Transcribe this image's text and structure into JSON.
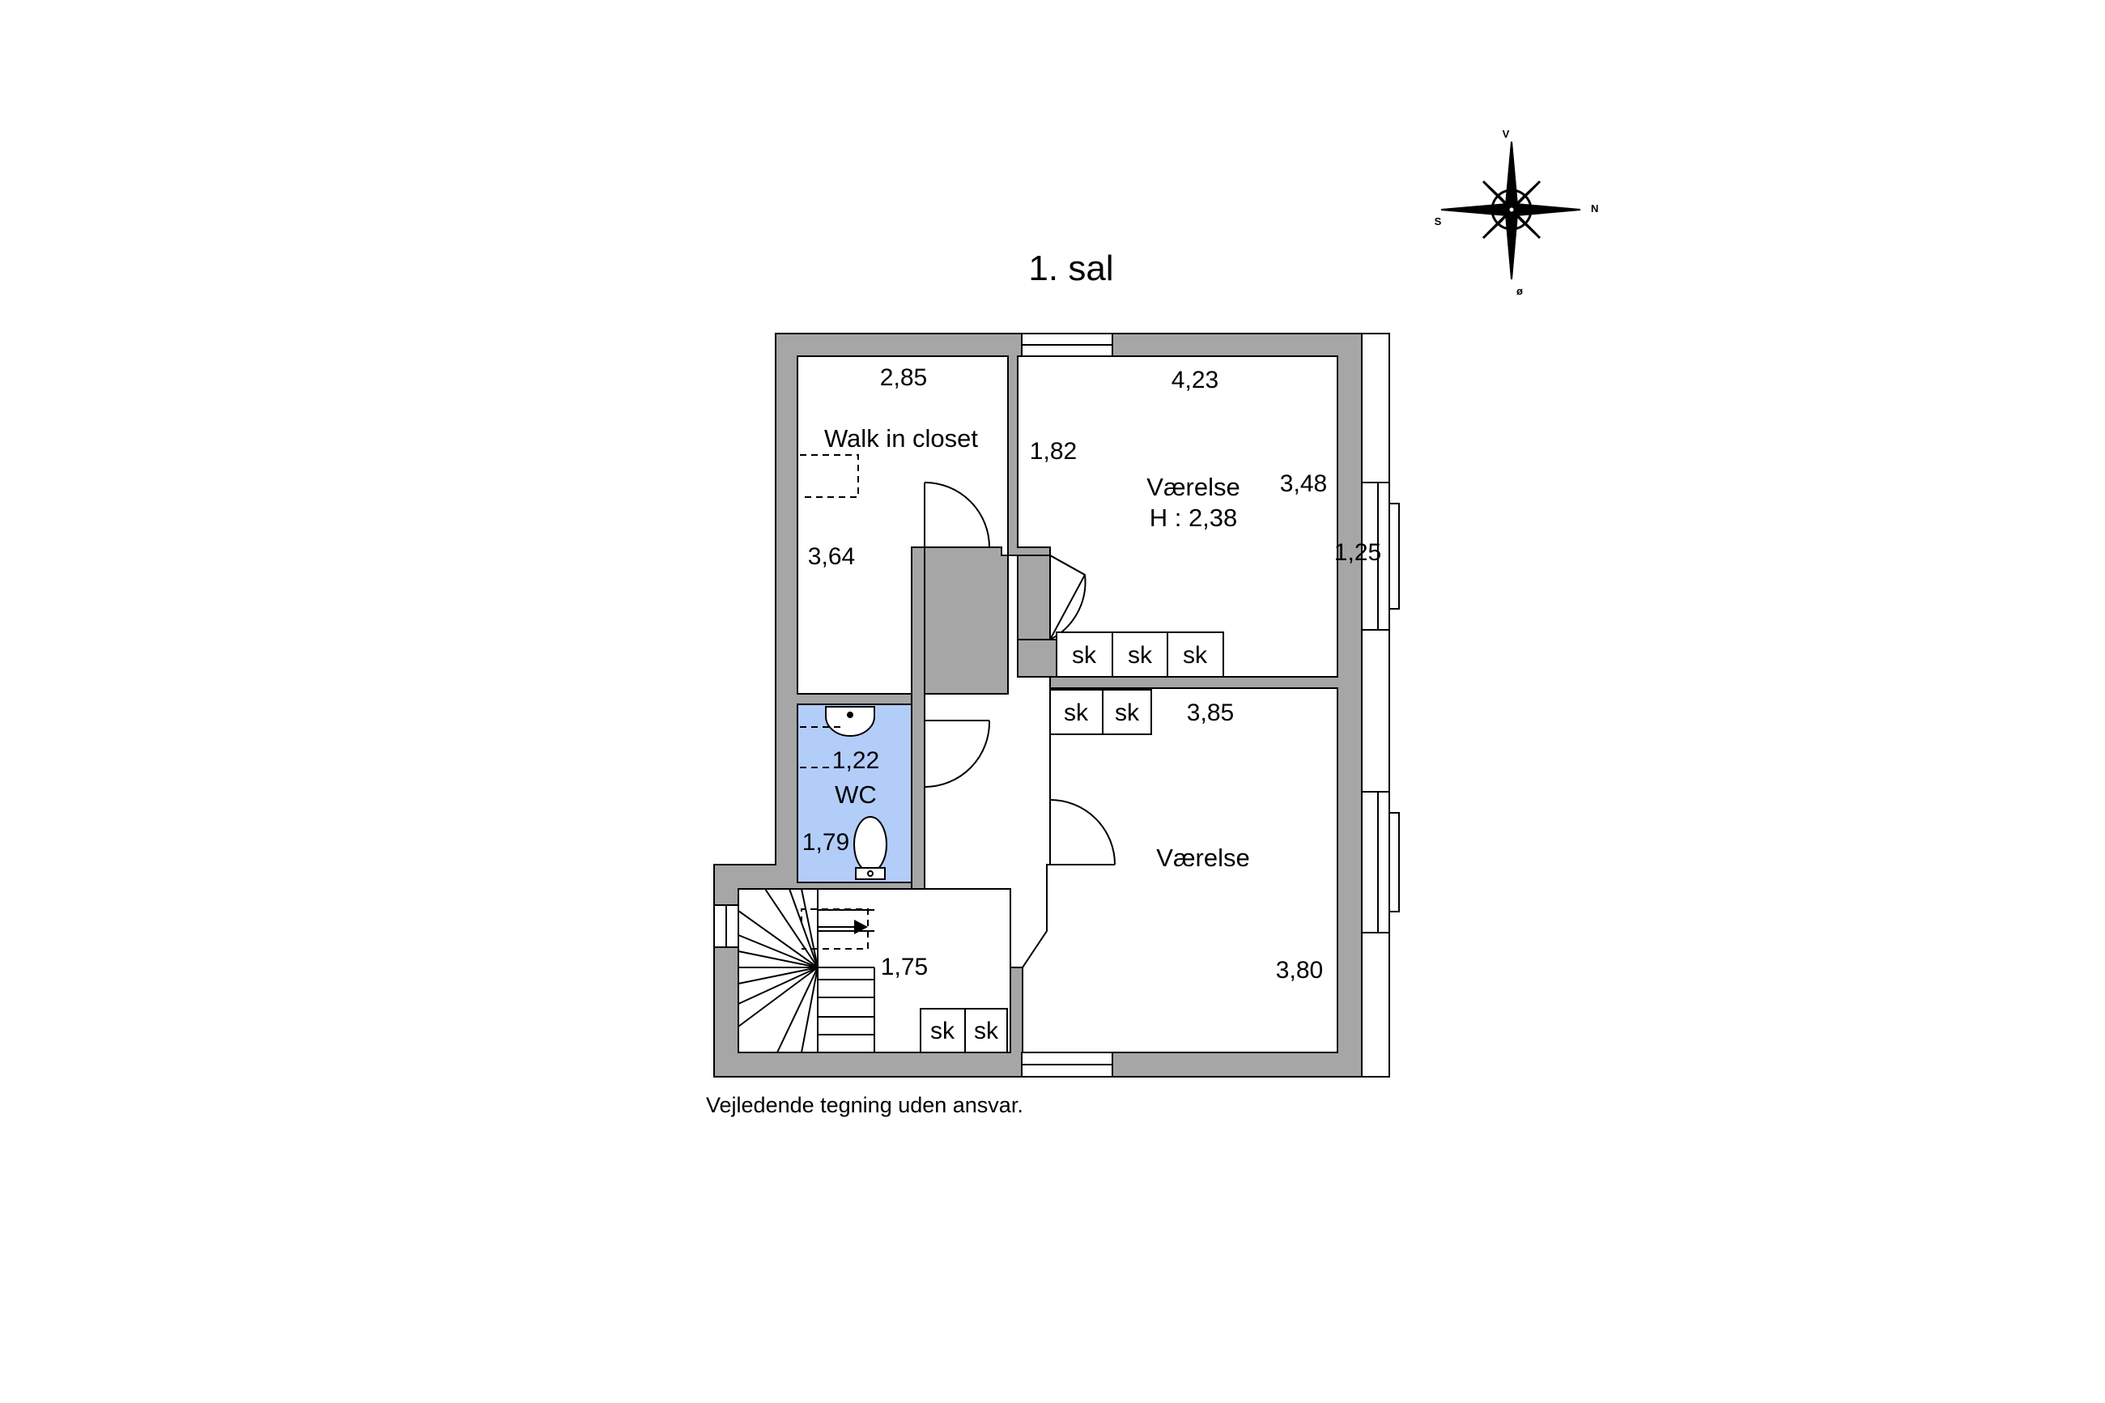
{
  "floor_title": "1. sal",
  "disclaimer": "Vejledende tegning uden ansvar.",
  "compass": {
    "top": "V",
    "right": "N",
    "bottom": "ø",
    "left": "S"
  },
  "rooms": {
    "walk_in_closet": {
      "name": "Walk in closet",
      "width": "2,85",
      "length": "3,64"
    },
    "wc": {
      "name": "WC",
      "width": "1,22",
      "length": "1,79"
    },
    "vaerelse_1": {
      "name": "Værelse",
      "height": "H : 2,38",
      "width": "4,23",
      "length": "3,48",
      "dim_a": "1,82",
      "dim_b": "1,25"
    },
    "vaerelse_2": {
      "name": "Værelse",
      "width": "3,85",
      "length": "3,80"
    },
    "hall": {
      "dim": "1,75"
    }
  },
  "cabinets": {
    "label": "sk"
  },
  "colors": {
    "wall": "#a6a6a6",
    "wc_fill": "#b3cdf9",
    "line": "#000000"
  }
}
